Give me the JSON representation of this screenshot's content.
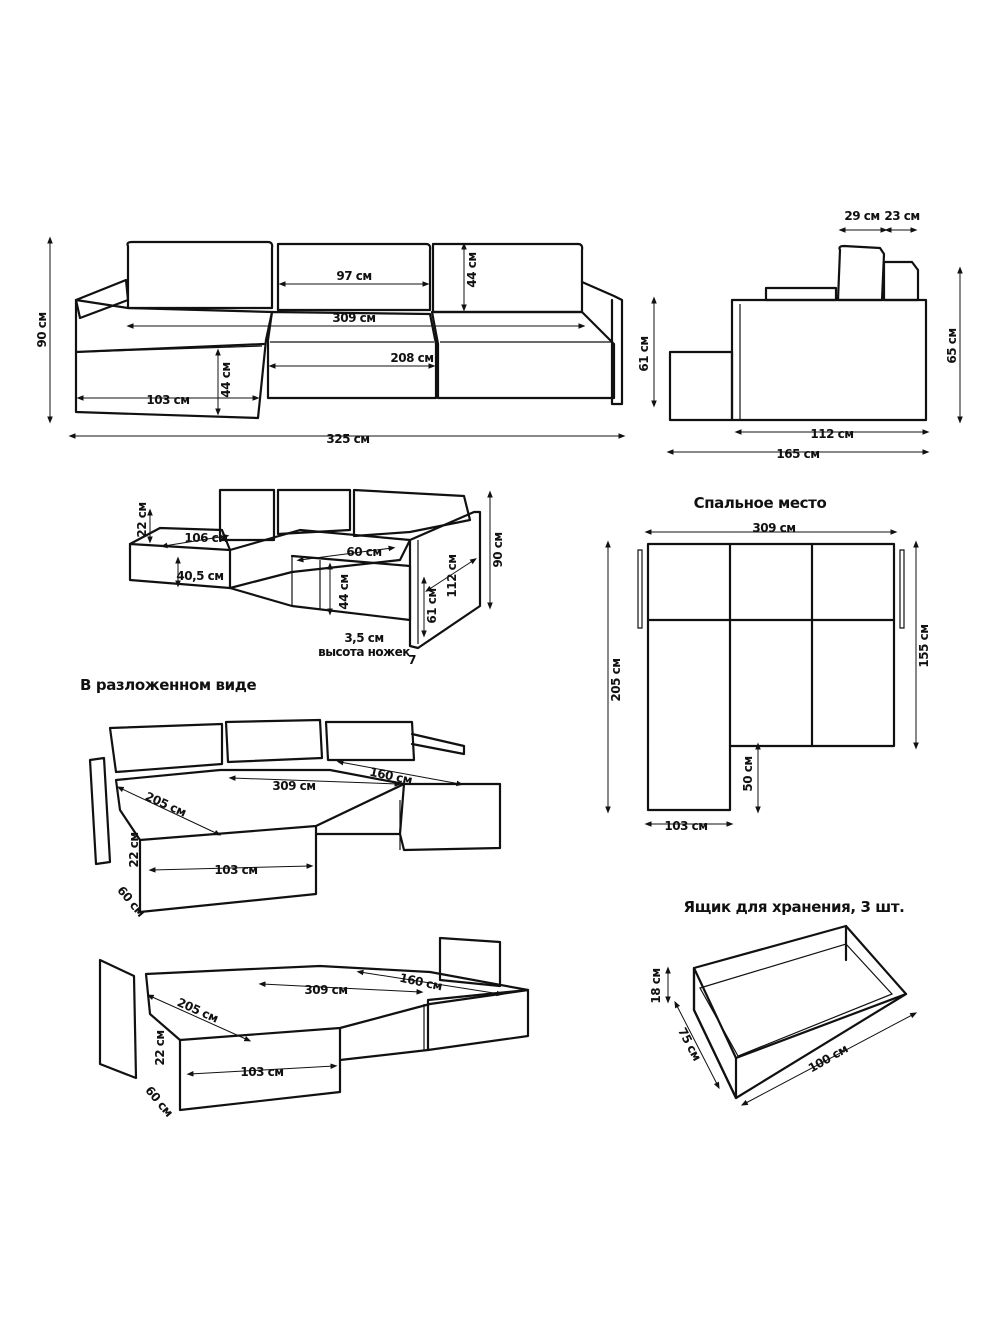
{
  "front_view": {
    "depth_total": "90 см",
    "cushion_width": "97 см",
    "cushion_height": "44 см",
    "inner_width": "309 см",
    "seat_width": "208 см",
    "chaise_height": "44 см",
    "chaise_width": "103 см",
    "total_width": "325 см",
    "armrest_height": "61 см"
  },
  "side_view": {
    "back_depth": "29 см",
    "pillow_depth": "23 см",
    "height": "65 см",
    "seat_depth": "112 см",
    "total_depth": "165 см"
  },
  "perspective_view": {
    "chaise_side": "22 см",
    "chaise_length": "106 см",
    "chaise_height": "40,5 см",
    "seat_depth": "60 см",
    "seat_height": "44 см",
    "armrest_depth": "112 см",
    "armrest_height": "61 см",
    "total_height": "90 см",
    "leg_height": "3,5 см",
    "leg_label": "высота ножек",
    "leg_marker": "7"
  },
  "sleeping_area": {
    "title": "Спальное место",
    "width": "309 см",
    "length": "205 см",
    "main_depth": "155 см",
    "extension_depth": "50 см",
    "extension_width": "103 см"
  },
  "unfolded": {
    "title": "В разложенном виде",
    "view1": {
      "length": "205 см",
      "width": "309 см",
      "depth": "160 см",
      "chaise_side": "22 см",
      "chaise_width": "103 см",
      "chaise_depth": "60 см"
    },
    "view2": {
      "length": "205 см",
      "width": "309 см",
      "depth": "160 см",
      "chaise_side": "22 см",
      "chaise_width": "103 см",
      "chaise_depth": "60 см"
    }
  },
  "storage_box": {
    "title": "Ящик для хранения, 3 шт.",
    "height": "18 см",
    "depth": "75 см",
    "width": "100 см"
  }
}
